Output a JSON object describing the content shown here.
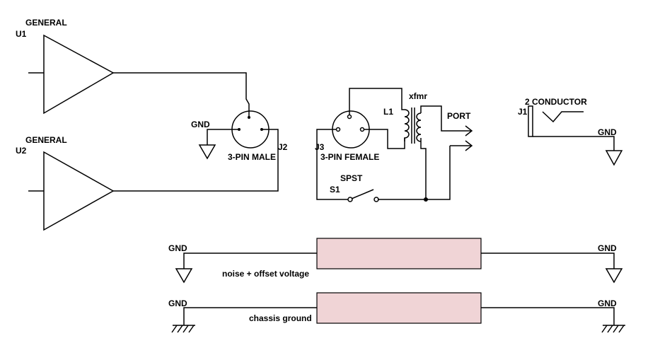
{
  "amplifiers": {
    "u1": {
      "ref": "U1",
      "label": "GENERAL"
    },
    "u2": {
      "ref": "U2",
      "label": "GENERAL"
    }
  },
  "connectors": {
    "j2": {
      "ref": "J2",
      "label": "3-PIN MALE"
    },
    "j3": {
      "ref": "J3",
      "label": "3-PIN FEMALE"
    },
    "j1": {
      "ref": "J1",
      "label": "2 CONDUCTOR"
    }
  },
  "transformer": {
    "ref": "L1",
    "label": "xfmr"
  },
  "port": {
    "label": "PORT"
  },
  "switch": {
    "ref": "S1",
    "label": "SPST"
  },
  "grounds": {
    "j2": "GND",
    "j1": "GND",
    "bus1_left": "GND",
    "bus1_right": "GND",
    "bus2_left": "GND",
    "bus2_right": "GND"
  },
  "lines": {
    "noise": "noise + offset voltage",
    "chassis": "chassis ground"
  },
  "colors": {
    "wire": "#000000",
    "resistor_fill": "#f0d4d6",
    "background": "#ffffff"
  }
}
